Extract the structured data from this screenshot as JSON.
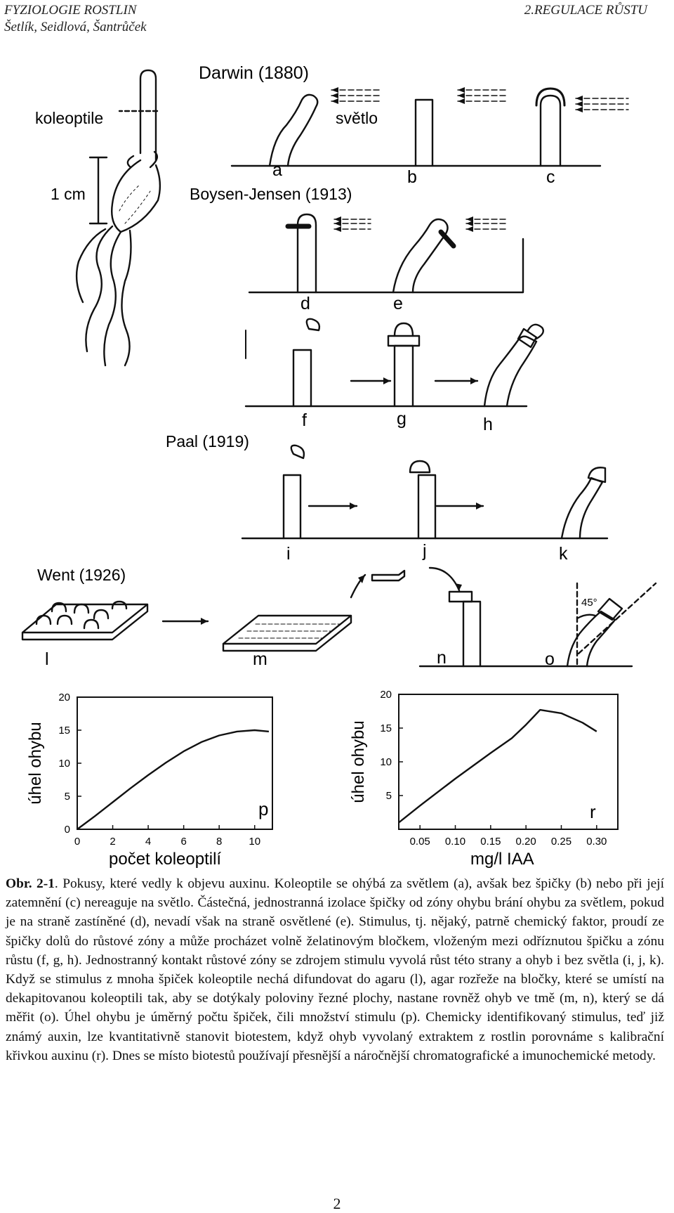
{
  "header": {
    "book_title": "FYZIOLOGIE ROSTLIN",
    "authors": "Šetlík, Seidlová, Šantrůček",
    "chapter": "2.REGULACE RŮSTU"
  },
  "figure": {
    "plant_labels": {
      "coleoptile": "koleoptile",
      "scale": "1 cm"
    },
    "darwin": {
      "title": "Darwin (1880)",
      "light": "světlo",
      "panels": [
        "a",
        "b",
        "c"
      ]
    },
    "boysen": {
      "title": "Boysen-Jensen (1913)",
      "panels": [
        "d",
        "e"
      ]
    },
    "fgh": {
      "panels": [
        "f",
        "g",
        "h"
      ]
    },
    "paal": {
      "title": "Paal (1919)",
      "panels": [
        "i",
        "j",
        "k"
      ]
    },
    "went": {
      "title": "Went (1926)",
      "panels": [
        "l",
        "m",
        "n",
        "o"
      ],
      "angle": "45°"
    }
  },
  "chart_data": [
    {
      "type": "line",
      "panel_label": "p",
      "xlabel": "počet koleoptilí",
      "ylabel": "úhel ohybu",
      "xticks": [
        "0",
        "2",
        "4",
        "6",
        "8",
        "10"
      ],
      "yticks": [
        "0",
        "5",
        "10",
        "15",
        "20"
      ],
      "xlim": [
        0,
        11
      ],
      "ylim": [
        0,
        20
      ],
      "x": [
        0,
        1,
        2,
        3,
        4,
        5,
        6,
        7,
        8,
        9,
        10,
        10.8
      ],
      "y": [
        0,
        2,
        4.1,
        6.2,
        8.2,
        10.1,
        11.8,
        13.2,
        14.2,
        14.8,
        15,
        14.8
      ]
    },
    {
      "type": "line",
      "panel_label": "r",
      "xlabel": "mg/l  IAA",
      "ylabel": "úhel ohybu",
      "xticks": [
        "0.05",
        "0.10",
        "0.15",
        "0.20",
        "0.25",
        "0.30"
      ],
      "yticks": [
        "5",
        "10",
        "15",
        "20"
      ],
      "xlim": [
        0.02,
        0.33
      ],
      "ylim": [
        0,
        20
      ],
      "x": [
        0.02,
        0.05,
        0.1,
        0.15,
        0.18,
        0.2,
        0.22,
        0.25,
        0.28,
        0.3
      ],
      "y": [
        1,
        3.5,
        7.5,
        11.3,
        13.5,
        15.5,
        17.7,
        17.2,
        15.8,
        14.5
      ]
    }
  ],
  "caption": {
    "label": "Obr. 2-1",
    "text": ". Pokusy, které vedly k objevu auxinu. Koleoptile se ohýbá za světlem (a), avšak bez špičky (b) nebo při její zatemnění (c) nereaguje na světlo. Částečná, jednostranná izolace špičky od zóny ohybu brání ohybu za světlem, pokud je na straně zastíněné (d), nevadí však na straně osvětlené (e). Stimulus, tj. nějaký, patrně chemický faktor, proudí ze špičky dolů do růstové zóny a může procházet volně želatinovým bločkem, vloženým mezi odříznutou špičku a zónu růstu (f, g, h). Jednostranný kontakt růstové zóny se zdrojem stimulu vyvolá růst této strany a ohyb i bez světla (i, j, k). Když se stimulus z mnoha špiček koleoptile nechá difundovat do agaru (l), agar rozřeže na bločky, které se umístí na dekapitovanou koleoptili tak, aby se dotýkaly poloviny řezné plochy, nastane rovněž ohyb ve tmě (m, n), který se dá měřit (o). Úhel ohybu je úměrný počtu špiček, čili množství stimulu (p). Chemicky identifikovaný stimulus, teď již známý auxin, lze kvantitativně stanovit biotestem, když ohyb vyvolaný extraktem z rostlin porovnáme s kalibrační křivkou auxinu (r). Dnes se místo biotestů používají přesnější a náročnější chromatografické a imunochemické metody."
  },
  "page_number": "2"
}
